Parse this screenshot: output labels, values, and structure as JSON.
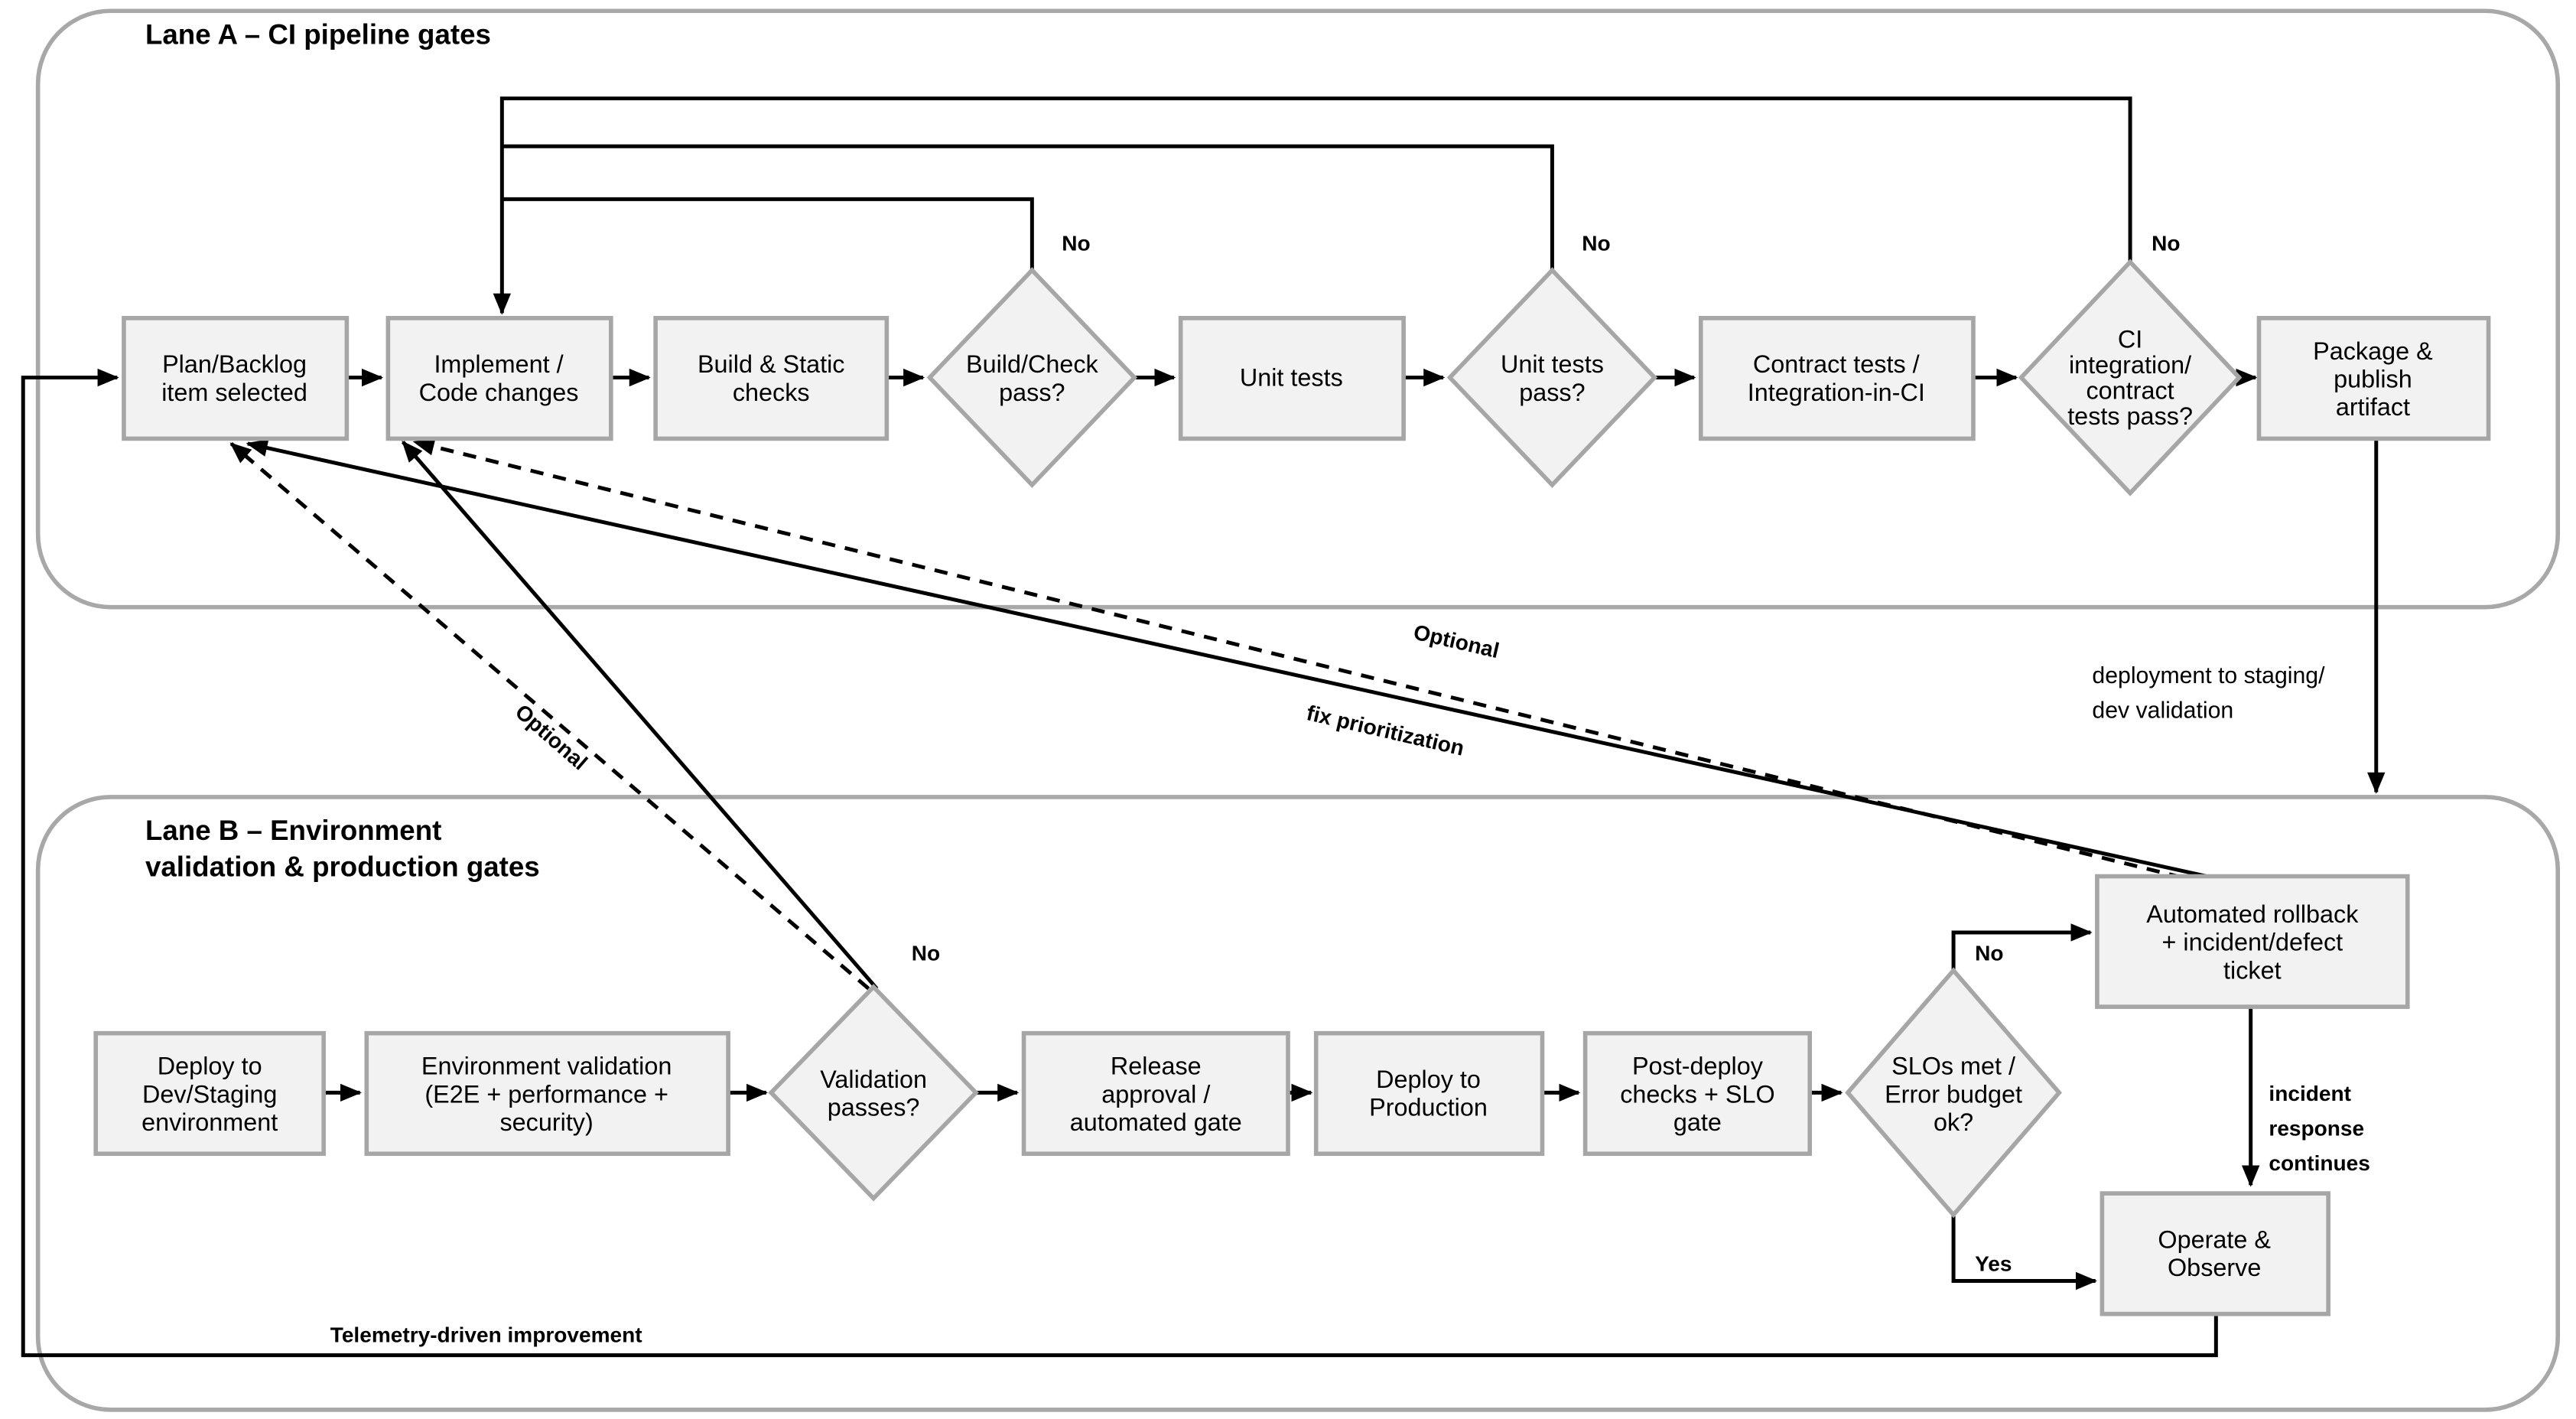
{
  "lanes": {
    "laneA": {
      "title": "Lane A – CI pipeline gates"
    },
    "laneB": {
      "title": "Lane B – Environment\nvalidation & production gates"
    }
  },
  "nodes": {
    "plan": {
      "label": "Plan/Backlog\nitem selected"
    },
    "implement": {
      "label": "Implement /\nCode changes"
    },
    "build": {
      "label": "Build & Static\nchecks"
    },
    "build_pass": {
      "label": "Build/Check\npass?"
    },
    "unit": {
      "label": "Unit tests"
    },
    "unit_pass": {
      "label": "Unit tests\npass?"
    },
    "contract": {
      "label": "Contract tests /\nIntegration-in-CI"
    },
    "ci_pass": {
      "label": "CI\nintegration/\ncontract\ntests pass?"
    },
    "package": {
      "label": "Package &\npublish\nartifact"
    },
    "deploy_dev": {
      "label": "Deploy to\nDev/Staging\nenvironment"
    },
    "env_validation": {
      "label": "Environment validation\n(E2E + performance +\nsecurity)"
    },
    "validation_pass": {
      "label": "Validation\npasses?"
    },
    "release": {
      "label": "Release\napproval /\nautomated gate"
    },
    "deploy_prod": {
      "label": "Deploy to\nProduction"
    },
    "post_deploy": {
      "label": "Post-deploy\nchecks + SLO\ngate"
    },
    "slo": {
      "label": "SLOs met /\nError budget\nok?"
    },
    "rollback": {
      "label": "Automated rollback\n+ incident/defect\nticket"
    },
    "operate": {
      "label": "Operate &\nObserve"
    }
  },
  "edge_labels": {
    "no_build": "No",
    "no_unit": "No",
    "no_ci": "No",
    "no_validation": "No",
    "no_slo": "No",
    "yes_slo": "Yes",
    "optional_shallow": "Optional",
    "optional_steep": "Optional",
    "fix": "fix prioritization",
    "deploy_note": "deployment to staging/\ndev validation",
    "incident": "incident\nresponse\ncontinues",
    "telemetry": "Telemetry-driven improvement"
  },
  "colors": {
    "node_fill": "#f2f2f2",
    "node_stroke": "#a6a6a6",
    "lane_stroke": "#a8a8a8",
    "edge": "#000000",
    "text": "#000000"
  }
}
